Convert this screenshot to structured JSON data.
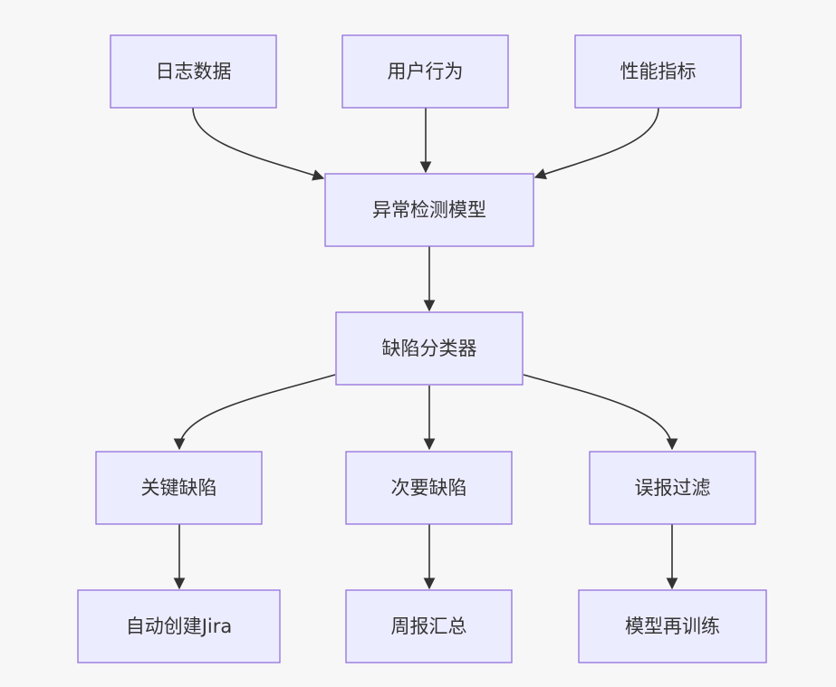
{
  "diagram": {
    "type": "flowchart",
    "colors": {
      "background": "#f7f7f7",
      "node_fill": "#ececff",
      "node_border": "#9370db",
      "edge": "#333333",
      "text": "#333333"
    },
    "nodes": {
      "log_data": "日志数据",
      "user_behavior": "用户行为",
      "perf_metrics": "性能指标",
      "anomaly_model": "异常检测模型",
      "defect_classifier": "缺陷分类器",
      "critical_defect": "关键缺陷",
      "minor_defect": "次要缺陷",
      "false_alarm_filter": "误报过滤",
      "auto_create_jira": "自动创建Jira",
      "weekly_summary": "周报汇总",
      "model_retrain": "模型再训练"
    },
    "edges": [
      [
        "log_data",
        "anomaly_model"
      ],
      [
        "user_behavior",
        "anomaly_model"
      ],
      [
        "perf_metrics",
        "anomaly_model"
      ],
      [
        "anomaly_model",
        "defect_classifier"
      ],
      [
        "defect_classifier",
        "critical_defect"
      ],
      [
        "defect_classifier",
        "minor_defect"
      ],
      [
        "defect_classifier",
        "false_alarm_filter"
      ],
      [
        "critical_defect",
        "auto_create_jira"
      ],
      [
        "minor_defect",
        "weekly_summary"
      ],
      [
        "false_alarm_filter",
        "model_retrain"
      ]
    ]
  }
}
